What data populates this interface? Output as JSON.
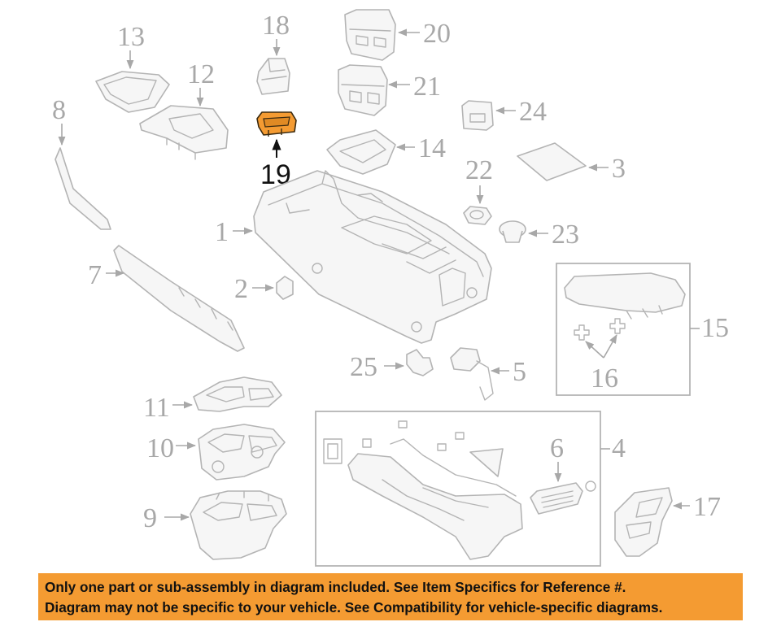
{
  "highlighted_part": "19",
  "colors": {
    "highlight": "#f49b32",
    "banner_background": "#f49b32",
    "part_stroke": "#b4b4b4",
    "callout_text": "#a8a8a8"
  },
  "callouts": {
    "c1": "1",
    "c2": "2",
    "c3": "3",
    "c4": "4",
    "c5": "5",
    "c6": "6",
    "c7": "7",
    "c8": "8",
    "c9": "9",
    "c10": "10",
    "c11": "11",
    "c12": "12",
    "c13": "13",
    "c14": "14",
    "c15": "15",
    "c16": "16",
    "c17": "17",
    "c18": "18",
    "c19": "19",
    "c20": "20",
    "c21": "21",
    "c22": "22",
    "c23": "23",
    "c24": "24",
    "c25": "25"
  },
  "banner": {
    "line1": "Only one part or sub-assembly in diagram included. See Item Specifics for Reference #.",
    "line2": "Diagram may not be specific to your vehicle. See Compatibility for vehicle-specific diagrams."
  }
}
